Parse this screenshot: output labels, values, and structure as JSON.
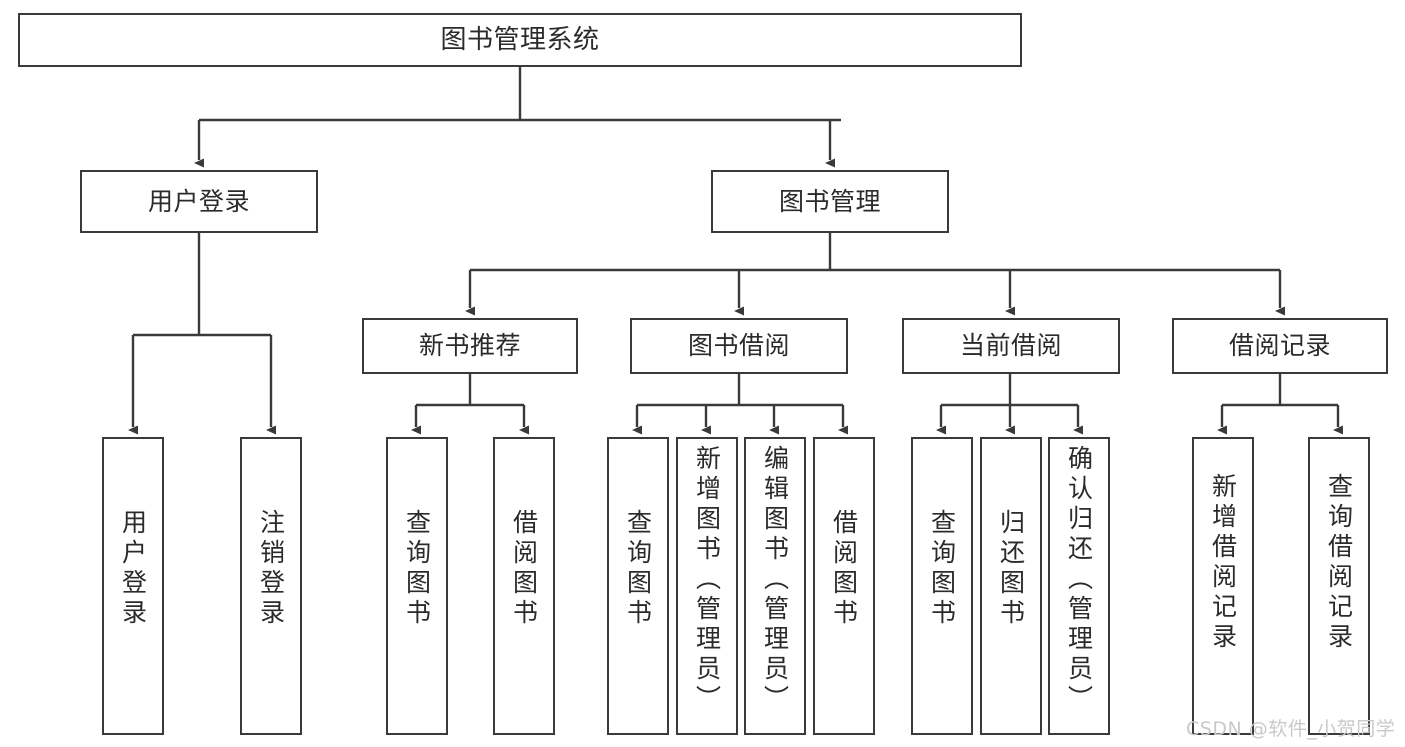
{
  "diagram": {
    "title": "图书管理系统",
    "type": "hierarchy-tree",
    "watermark": "CSDN @软件_小贺同学",
    "colors": {
      "stroke": "#3a3a3a",
      "fill": "#ffffff",
      "text": "#2b2b2b",
      "watermark": "#c9c9c9"
    },
    "nodes": {
      "root": {
        "label": "图书管理系统"
      },
      "level2": [
        {
          "label": "用户登录"
        },
        {
          "label": "图书管理"
        }
      ],
      "level3": [
        {
          "label": "新书推荐"
        },
        {
          "label": "图书借阅"
        },
        {
          "label": "当前借阅"
        },
        {
          "label": "借阅记录"
        }
      ],
      "leaves": {
        "user_login": [
          {
            "label": "用户登录"
          },
          {
            "label": "注销登录"
          }
        ],
        "new_book_recommend": [
          {
            "label": "查询图书"
          },
          {
            "label": "借阅图书"
          }
        ],
        "book_borrow": [
          {
            "label": "查询图书"
          },
          {
            "label": "新增图书（管理员）"
          },
          {
            "label": "编辑图书（管理员）"
          },
          {
            "label": "借阅图书"
          }
        ],
        "current_borrow": [
          {
            "label": "查询图书"
          },
          {
            "label": "归还图书"
          },
          {
            "label": "确认归还（管理员）"
          }
        ],
        "borrow_record": [
          {
            "label": "新增借阅记录"
          },
          {
            "label": "查询借阅记录"
          }
        ]
      }
    }
  }
}
